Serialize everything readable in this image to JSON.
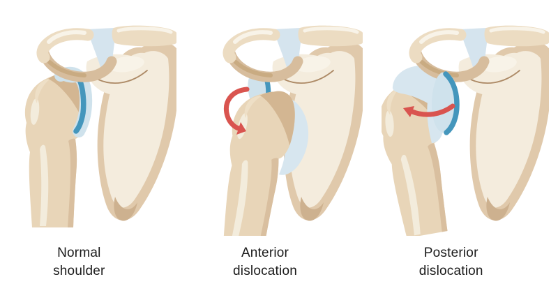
{
  "figure": {
    "subject": "shoulder joint dislocation comparison",
    "panels": [
      {
        "variant": "normal",
        "label_line1": "Normal",
        "label_line2": "shoulder",
        "arrow": null
      },
      {
        "variant": "anterior",
        "label_line1": "Anterior",
        "label_line2": "dislocation",
        "arrow": "curved red arrow wrapping around displaced humeral head, pointing down-forward"
      },
      {
        "variant": "posterior",
        "label_line1": "Posterior",
        "label_line2": "dislocation",
        "arrow": "curved red arrow pointing backward (left) across humeral head"
      }
    ]
  },
  "colors": {
    "background": "#ffffff",
    "bone_cream": "#f4ecdd",
    "bone_highlight": "#f8f3e8",
    "bone_tan": "#e8d5b8",
    "bone_tan_light": "#eedfc6",
    "bone_tan_edge": "#e0c9ab",
    "bone_shade": "#d3b692",
    "bone_shade_deep": "#cdb18f",
    "bone_shaft_edge": "#d9bf9f",
    "shaft_highlight": "#f3ecdc",
    "bone_ring": "#d7bd9d",
    "bone_ring_inner": "#c9ab82",
    "clavicle_fill": "#ecdcc2",
    "outline_brown": "#ad8a66",
    "ligament_blue": "#d5e4ee",
    "capsule_blue": "#d7e6ef",
    "glenoid_blue": "#cfe2ec",
    "rim_blue": "#4496bc",
    "arrow_red": "#d9544f",
    "label_text": "#1a1a1a"
  }
}
